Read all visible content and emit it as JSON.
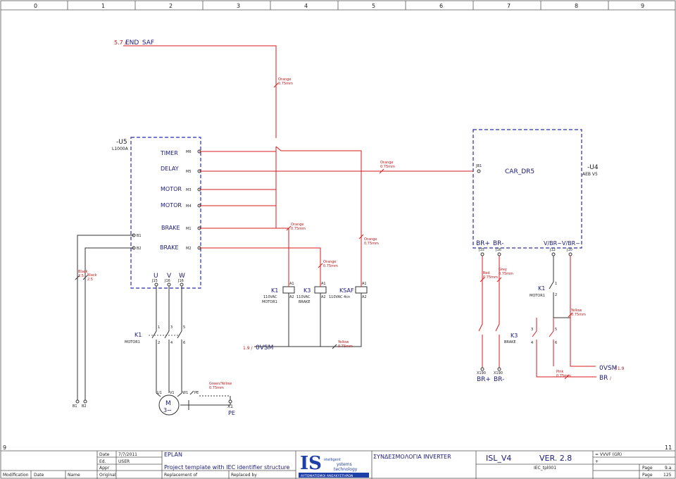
{
  "columns": [
    "0",
    "1",
    "2",
    "3",
    "4",
    "5",
    "6",
    "7",
    "8",
    "9"
  ],
  "page_left": "9",
  "page_right": "11",
  "xref_top": "5.7 /",
  "end_saf": "END_SAF",
  "wire_orange": "Orange",
  "wire_size": "0.75mm",
  "wire_red": "Red",
  "wire_grey": "Grey",
  "wire_yellow": "Yellow",
  "wire_pink": "Pink",
  "wire_black": "Black",
  "wire_black_size": "2.5",
  "wire_green_yellow": "Green/Yellow",
  "u5": {
    "id": "-U5",
    "type": "L1000A",
    "timer": "TIMER",
    "delay": "DELAY",
    "m6": "M6",
    "m5": "M5",
    "motor1": "MOTOR",
    "m3": "M3",
    "motor2": "MOTOR",
    "m4": "M4",
    "brake1": "BRAKE",
    "m1": "M1",
    "brake2": "BRAKE",
    "m2": "M2",
    "b1": "B1",
    "b2": "B2",
    "u": "U",
    "v": "V",
    "w": "W",
    "j15": "J15",
    "j16a": "J16",
    "j16b": "J16"
  },
  "u4": {
    "id": "-U4",
    "type": "AEB V5",
    "jb1": "JB1",
    "car_dr5": "CAR_DR5",
    "br_plus": "BR+",
    "br_minus": "BR-",
    "j15": "J15",
    "j16": "J16",
    "v_br1": "V/BR~",
    "v_br2": "V/BR~",
    "j12": "J12",
    "j10": "J10"
  },
  "k1": {
    "tag": "K1",
    "a1": "A1",
    "a2": "A2",
    "volt": "110VAC",
    "desc": "MOTOR1"
  },
  "k3": {
    "tag": "K3",
    "a1": "A1",
    "a2": "A2",
    "volt": "110VAC",
    "desc": "BRAKE"
  },
  "ksaf": {
    "tag": "KSAF",
    "a1": "A1",
    "a2": "A2",
    "volt": "110VAC 4cn"
  },
  "k1_aux": {
    "tag": "K1",
    "desc": "MOTOR1",
    "p1": "1",
    "p2": "2"
  },
  "k1_main": {
    "tag": "K1",
    "desc": "MOTOR1",
    "p1": "1",
    "p2": "2",
    "p3": "3",
    "p4": "4",
    "p5": "5",
    "p6": "6"
  },
  "k3_aux": {
    "tag": "K3",
    "desc": "BRAKE",
    "p3": "3",
    "p4": "4",
    "p5": "5",
    "p6": "6"
  },
  "ovsm_left": {
    "xref": "1.9 /",
    "label": "0VSM"
  },
  "ovsm_right": {
    "xref": "/ 1.9",
    "label": "0VSM",
    "br": "BR",
    "br_xref": "/"
  },
  "x190": {
    "t1": "X190",
    "t2": "X190",
    "br_plus": "BR+",
    "br_minus": "BR-"
  },
  "motor": {
    "m": "M",
    "phase": "3∼",
    "u1": "U1",
    "v1": "V1",
    "w1": "W1",
    "pe": "PE"
  },
  "x1": {
    "tag": "X1",
    "pe": "PE"
  },
  "b_terms": {
    "b1": "B1",
    "b2": "B2"
  },
  "titleblock": {
    "modification": "Modification",
    "date_col": "Date",
    "name_col": "Name",
    "date_lbl": "Date",
    "date_val": "7/7/2011",
    "ed_lbl": "Ed.",
    "ed_val": "USER",
    "appr_lbl": "Appr",
    "original": "Original",
    "eplan": "EPLAN",
    "project": "Project template with IEC identifier structure",
    "replacement": "Replacement of",
    "replaced": "Replaced by",
    "logo_is": "IS",
    "logo_l1": "ystems",
    "logo_l2": "technology",
    "logo_l3": "ntelligent",
    "logo_bottom": "ΑΥΤΟΜΑΤΙΣΜΟΙ ΑΝΕΛΚΥΣΤΗΡΩΝ",
    "heading": "ΣΥΝΔΕΣΜΟΛΟΓΙΑ INVERTER",
    "drawing": "ISL_V4",
    "version": "VER. 2.8",
    "eq_vvvf": "= VVVF (GR)",
    "plus": "+",
    "template": "IEC_tpl001",
    "page_lbl1": "Page",
    "page_val1": "9.a",
    "page_lbl2": "Page",
    "page_val2": "125"
  }
}
